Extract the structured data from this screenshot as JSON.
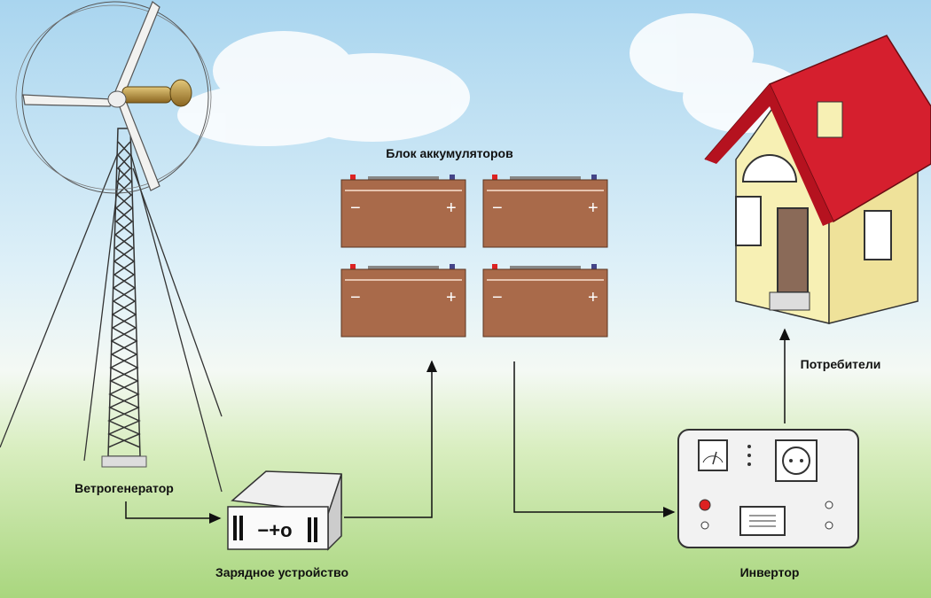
{
  "labels": {
    "battery_bank": "Блок аккумуляторов",
    "consumers": "Потребители",
    "wind_generator": "Ветрогенератор",
    "charger": "Зарядное устройство",
    "inverter": "Инвертор"
  },
  "battery": {
    "minus": "−",
    "plus": "+"
  },
  "charger_panel": "−+o",
  "colors": {
    "sky": "#a9d5ef",
    "grass": "#b8dc8c",
    "battery": "#a96a4a",
    "roof": "#d51f2e",
    "wall": "#f7f0b4",
    "nacelle": "#b08a3c"
  }
}
